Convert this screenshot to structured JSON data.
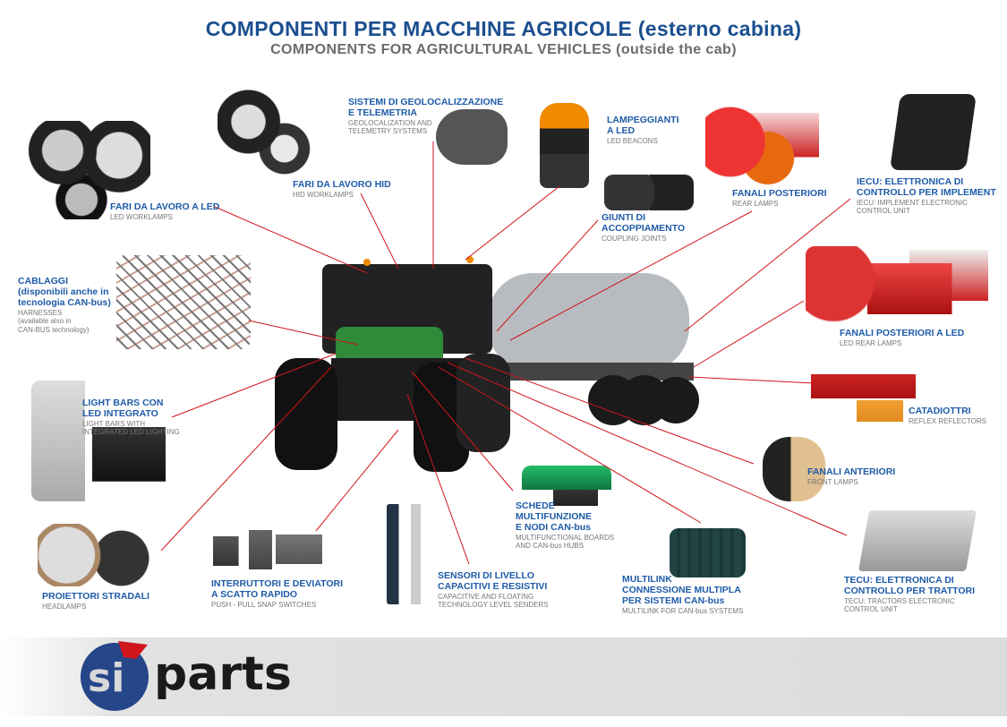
{
  "header": {
    "title": "COMPONENTI PER MACCHINE AGRICOLE (esterno cabina)",
    "subtitle": "COMPONENTS FOR AGRICULTURAL VEHICLES (outside the cab)"
  },
  "components": [
    {
      "it": "FARI DA LAVORO A LED",
      "en": "LED WORKLAMPS"
    },
    {
      "it": "FARI DA LAVORO HID",
      "en": "HID WORKLAMPS"
    },
    {
      "it": "SISTEMI DI GEOLOCALIZZAZIONE\nE TELEMETRIA",
      "en": "GEOLOCALIZATION AND\nTELEMETRY SYSTEMS"
    },
    {
      "it": "LAMPEGGIANTI\nA LED",
      "en": "LED BEACONS"
    },
    {
      "it": "GIUNTI DI\nACCOPPIAMENTO",
      "en": "COUPLING JOINTS"
    },
    {
      "it": "FANALI POSTERIORI",
      "en": "REAR LAMPS"
    },
    {
      "it": "IECU: ELETTRONICA DI\nCONTROLLO PER IMPLEMENT",
      "en": "IECU: IMPLEMENT ELECTRONIC\nCONTROL UNIT"
    },
    {
      "it": "CABLAGGI\n(disponibili anche in\ntecnologia CAN-bus)",
      "en": "HARNESSES\n(available also in\nCAN-BUS technology)"
    },
    {
      "it": "FANALI POSTERIORI A LED",
      "en": "LED REAR LAMPS"
    },
    {
      "it": "CATADIOTTRI",
      "en": "REFLEX REFLECTORS"
    },
    {
      "it": "LIGHT BARS CON\nLED INTEGRATO",
      "en": "LIGHT BARS WITH\nINTEGRATED LED LIGHTING"
    },
    {
      "it": "FANALI ANTERIORI",
      "en": "FRONT LAMPS"
    },
    {
      "it": "PROIETTORI STRADALI",
      "en": "HEADLAMPS"
    },
    {
      "it": "INTERRUTTORI E DEVIATORI\nA SCATTO RAPIDO",
      "en": "PUSH - PULL SNAP SWITCHES"
    },
    {
      "it": "SENSORI DI LIVELLO\nCAPACITIVI E RESISTIVI",
      "en": "CAPACITIVE AND FLOATING\nTECHNOLOGY LEVEL SENDERS"
    },
    {
      "it": "SCHEDE\nMULTIFUNZIONE\nE NODI CAN-bus",
      "en": "MULTIFUNCTIONAL BOARDS\nAND CAN-bus HUBS"
    },
    {
      "it": "MULTILINK\nCONNESSIONE MULTIPLA\nPER SISTEMI CAN-bus",
      "en": "MULTILINK FOR CAN-bus SYSTEMS"
    },
    {
      "it": "TECU: ELETTRONICA DI\nCONTROLLO PER TRATTORI",
      "en": "TECU: TRACTORS ELECTRONIC\nCONTROL UNIT"
    }
  ],
  "logo": {
    "text": "si parts"
  },
  "colors": {
    "title": "#1b4f8f",
    "label": "#1e5ba8",
    "leader": "#d0151b"
  }
}
